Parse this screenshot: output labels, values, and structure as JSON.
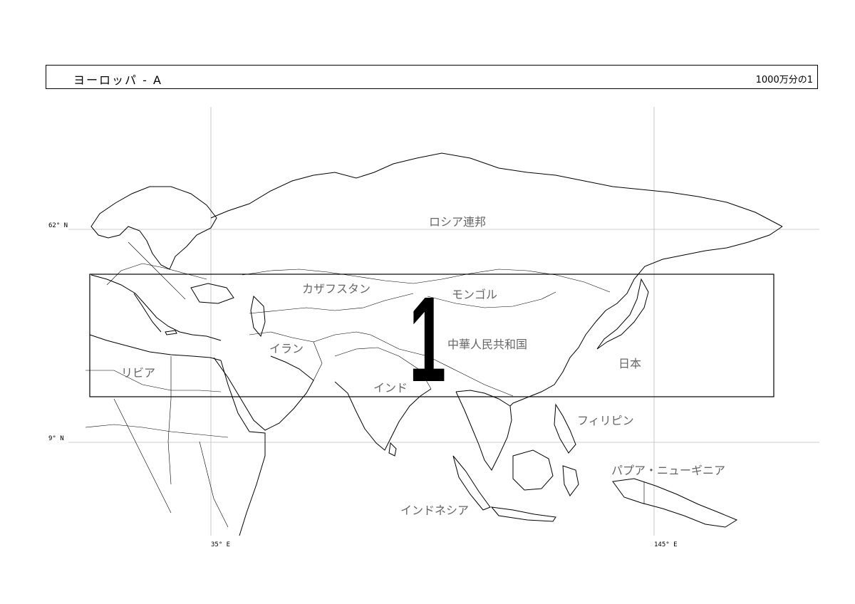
{
  "header": {
    "title": "ヨーロッパ - A",
    "scale": "1000万分の1"
  },
  "coords": {
    "lat_north": "62° N",
    "lat_south": "9° N",
    "lon_west": "35° E",
    "lon_east": "145° E"
  },
  "frame_number": "1",
  "countries": [
    "ロシア連邦",
    "カザフスタン",
    "モンゴル",
    "中華人民共和国",
    "イラン",
    "リビア",
    "インド",
    "日本",
    "フィリピン",
    "パプア・ニューギニア",
    "インドネシア"
  ],
  "colors": {
    "label": "#666666",
    "line": "#000000",
    "grid": "#bdbdbd"
  }
}
